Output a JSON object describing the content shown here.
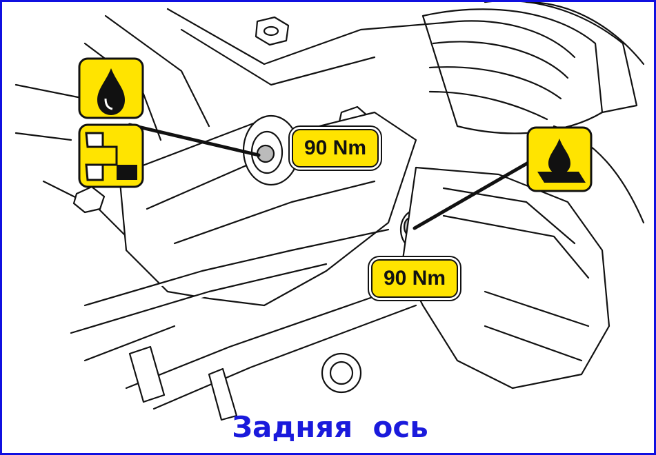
{
  "figure": {
    "caption": "Задняя  ось",
    "torque_labels": [
      "90 Nm",
      "90 Nm"
    ],
    "icons": {
      "left_top": "oil-drop-icon",
      "left_bottom": "threadlock-icon",
      "right": "sealant-drop-icon"
    }
  },
  "colors": {
    "frame": "#1010e0",
    "caption": "#1a1adc",
    "badge_fill": "#ffe400",
    "line_art": "#111111"
  }
}
